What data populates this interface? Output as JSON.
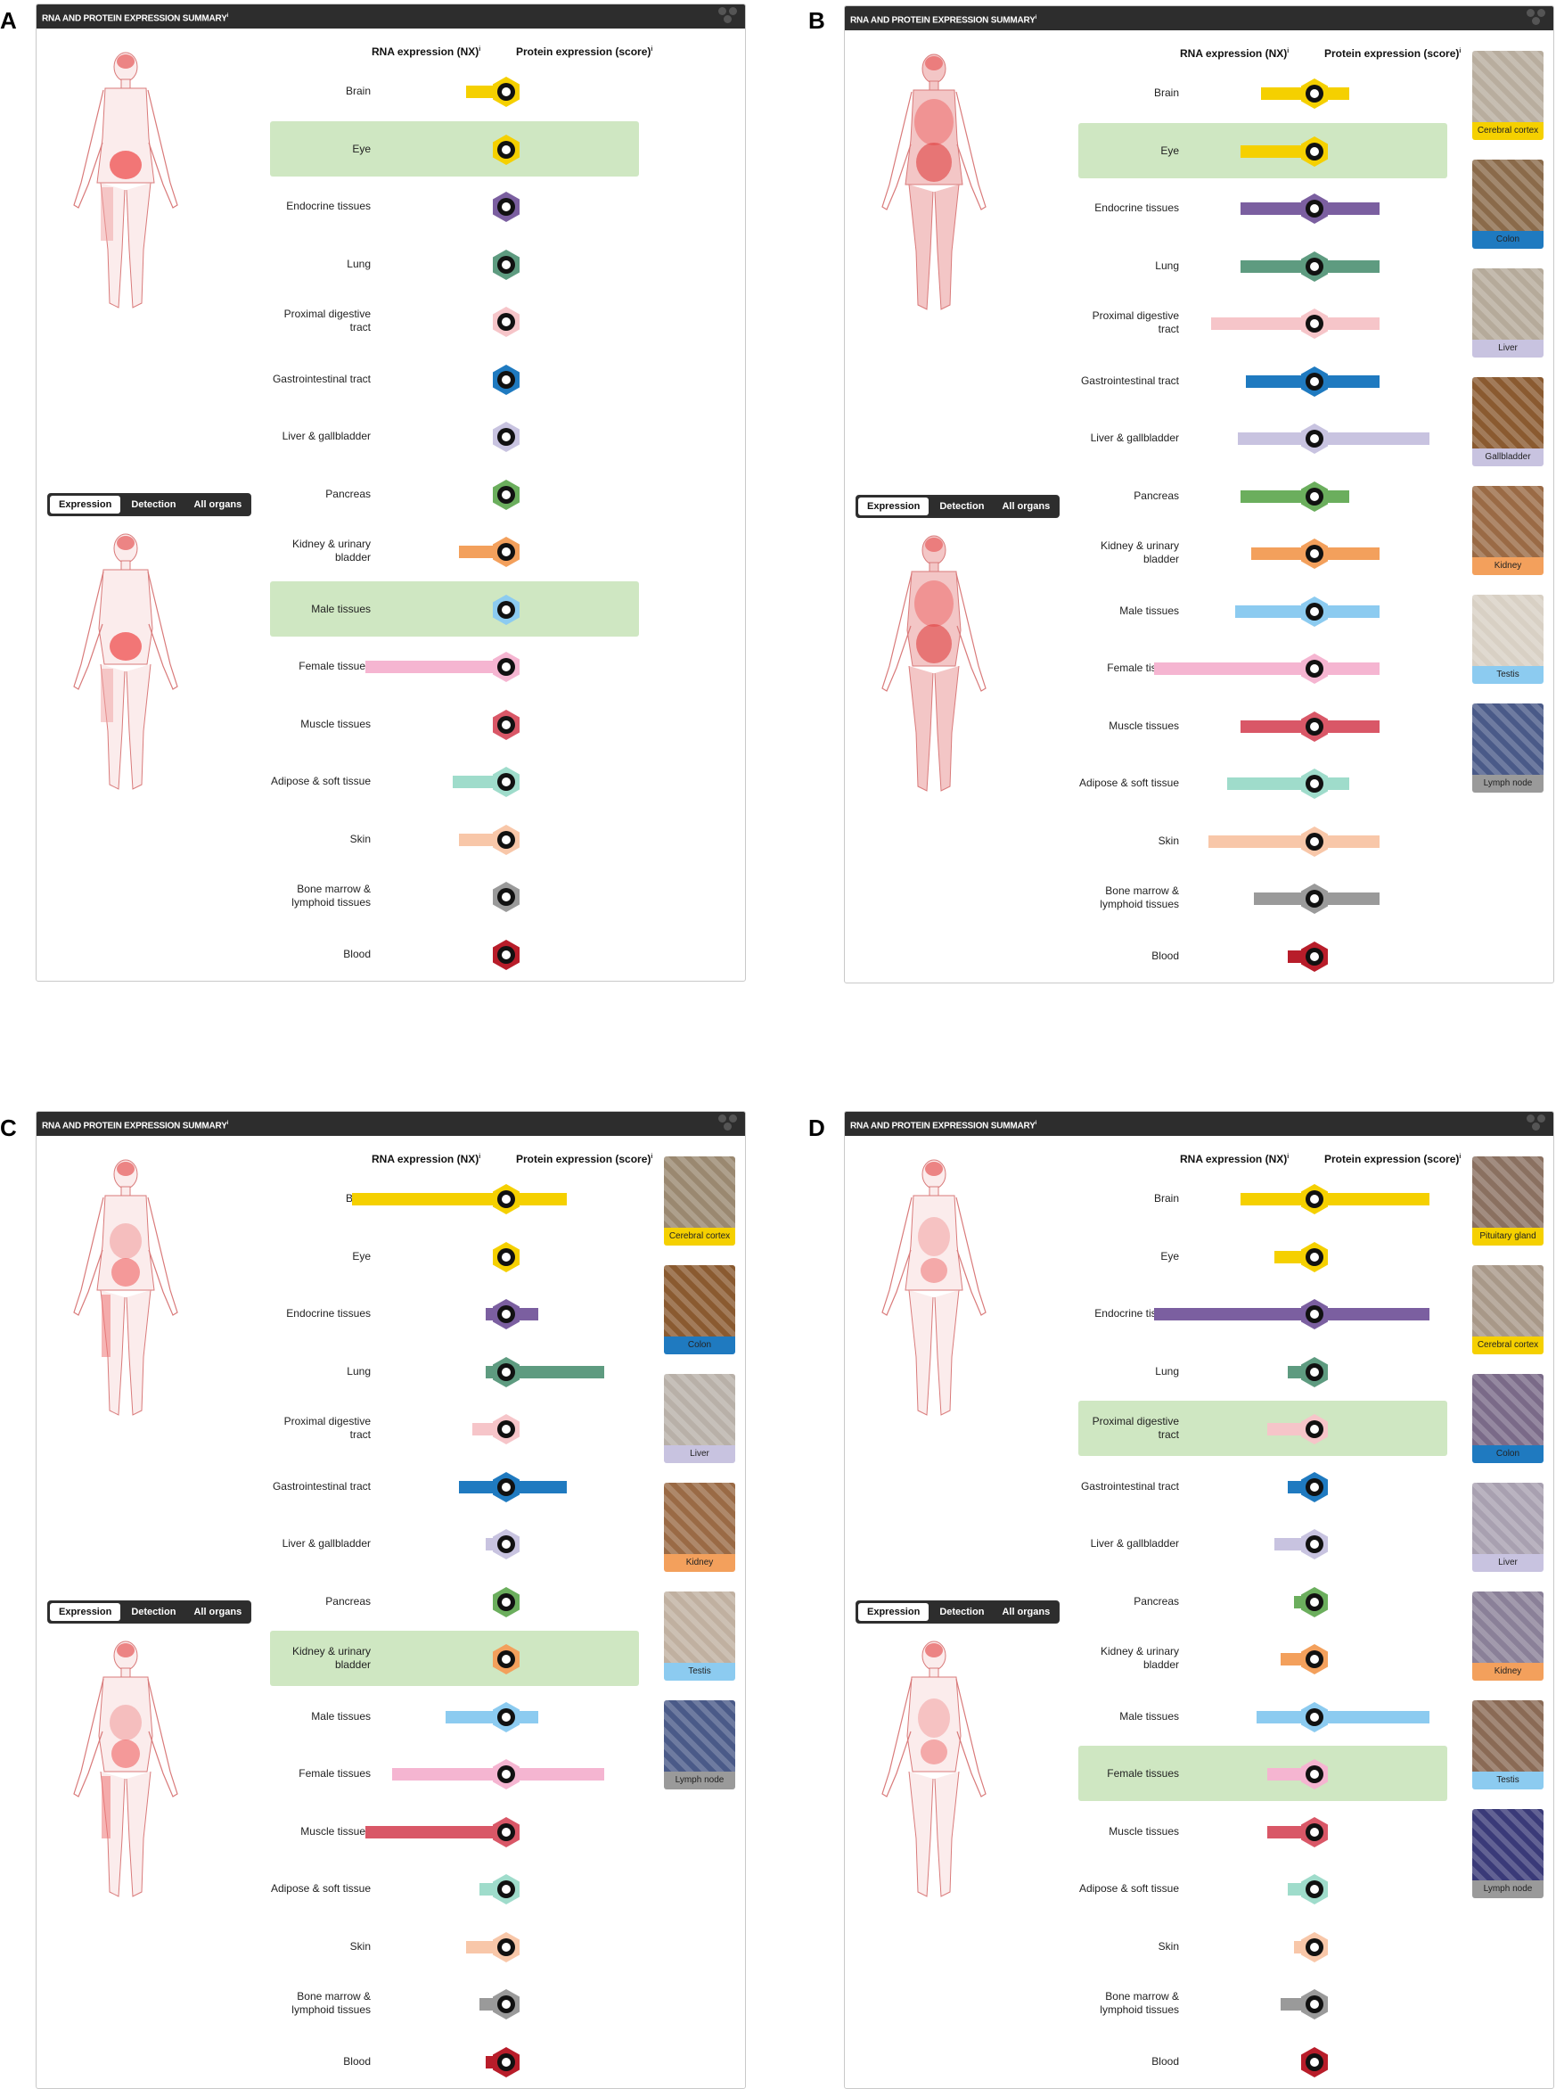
{
  "header_title": "RNA AND PROTEIN EXPRESSION SUMMARY",
  "header_sup": "i",
  "col_rna": "RNA expression (NX)",
  "col_protein": "Protein expression (score)",
  "col_sup": "i",
  "toggle": [
    "Expression",
    "Detection",
    "All organs"
  ],
  "organs": [
    {
      "key": "brain",
      "label": "Brain",
      "color": "#f5d000"
    },
    {
      "key": "eye",
      "label": "Eye",
      "color": "#f5d000"
    },
    {
      "key": "endocrine",
      "label": "Endocrine tissues",
      "color": "#7b5fa0"
    },
    {
      "key": "lung",
      "label": "Lung",
      "color": "#5e9b80"
    },
    {
      "key": "prox",
      "label": "Proximal digestive tract",
      "color": "#f6c5c9"
    },
    {
      "key": "gi",
      "label": "Gastrointestinal tract",
      "color": "#1f7ac0"
    },
    {
      "key": "liver",
      "label": "Liver & gallbladder",
      "color": "#c8c3e0"
    },
    {
      "key": "pancreas",
      "label": "Pancreas",
      "color": "#6bae5d"
    },
    {
      "key": "kidney",
      "label": "Kidney & urinary bladder",
      "color": "#f3a05c"
    },
    {
      "key": "male",
      "label": "Male tissues",
      "color": "#8ccbf0"
    },
    {
      "key": "female",
      "label": "Female tissues",
      "color": "#f5b5d1"
    },
    {
      "key": "muscle",
      "label": "Muscle tissues",
      "color": "#d95767"
    },
    {
      "key": "adipose",
      "label": "Adipose & soft tissue",
      "color": "#9fdccb"
    },
    {
      "key": "skin",
      "label": "Skin",
      "color": "#f8c7a9"
    },
    {
      "key": "bone",
      "label": "Bone marrow & lymphoid tissues",
      "color": "#9a9a9a"
    },
    {
      "key": "blood",
      "label": "Blood",
      "color": "#b81d2a"
    }
  ],
  "panels": [
    {
      "letter": "A",
      "highlight": [
        "eye",
        "male"
      ],
      "rna": [
        0.25,
        0,
        0,
        0,
        0.05,
        0,
        0,
        0,
        0.3,
        0,
        1.0,
        0.05,
        0.35,
        0.3,
        0.05,
        0.05
      ],
      "protein": [
        0,
        0,
        0,
        0,
        0,
        0,
        0,
        0,
        0,
        0,
        0,
        0,
        0,
        0,
        0,
        0
      ],
      "thumbs": []
    },
    {
      "letter": "B",
      "highlight": [
        "eye"
      ],
      "rna": [
        0.35,
        0.5,
        0.5,
        0.5,
        0.72,
        0.46,
        0.52,
        0.5,
        0.42,
        0.54,
        1.15,
        0.5,
        0.6,
        0.74,
        0.4,
        0.15
      ],
      "protein": [
        0.33,
        0,
        0.7,
        0.7,
        0.7,
        0.7,
        1.3,
        0.33,
        0.7,
        0.7,
        0.7,
        0.7,
        0.33,
        0.7,
        0.7,
        0
      ],
      "thumbs": [
        {
          "label": "Cerebral cortex",
          "color": "#f5d000",
          "tex": "#b8ad9e"
        },
        {
          "label": "Colon",
          "color": "#1f7ac0",
          "tex": "#8a6a4a"
        },
        {
          "label": "Liver",
          "color": "#c8c3e0",
          "tex": "#b5aa9a"
        },
        {
          "label": "Gallbladder",
          "color": "#c8c3e0",
          "tex": "#8a5a30"
        },
        {
          "label": "Kidney",
          "color": "#f3a05c",
          "tex": "#9a6a45"
        },
        {
          "label": "Testis",
          "color": "#8ccbf0",
          "tex": "#d8d0c4"
        },
        {
          "label": "Lymph node",
          "color": "#9a9a9a",
          "tex": "#4a5a88"
        }
      ]
    },
    {
      "letter": "C",
      "highlight": [
        "kidney"
      ],
      "rna": [
        1.1,
        0,
        0.1,
        0.1,
        0.2,
        0.3,
        0.1,
        0.05,
        0,
        0.4,
        0.8,
        1.0,
        0.15,
        0.25,
        0.15,
        0.1
      ],
      "protein": [
        0.65,
        0,
        0.3,
        1.1,
        0,
        0.65,
        0,
        0,
        0,
        0.3,
        1.1,
        0,
        0,
        0,
        0,
        0
      ],
      "thumbs": [
        {
          "label": "Cerebral cortex",
          "color": "#f5d000",
          "tex": "#9a8870"
        },
        {
          "label": "Colon",
          "color": "#1f7ac0",
          "tex": "#8a5a30"
        },
        {
          "label": "Liver",
          "color": "#c8c3e0",
          "tex": "#b8b0a8"
        },
        {
          "label": "Kidney",
          "color": "#f3a05c",
          "tex": "#9a6a45"
        },
        {
          "label": "Testis",
          "color": "#8ccbf0",
          "tex": "#c0b0a0"
        },
        {
          "label": "Lymph node",
          "color": "#9a9a9a",
          "tex": "#4a5a88"
        }
      ]
    },
    {
      "letter": "D",
      "highlight": [
        "prox",
        "female"
      ],
      "rna": [
        0.5,
        0.25,
        1.15,
        0.15,
        0.3,
        0.15,
        0.25,
        0.1,
        0.2,
        0.38,
        0.3,
        0.3,
        0.15,
        0.1,
        0.2,
        0.05
      ],
      "protein": [
        1.3,
        0,
        1.3,
        0,
        0,
        0,
        0,
        0,
        0,
        1.3,
        0,
        0,
        0,
        0,
        0,
        0
      ],
      "thumbs": [
        {
          "label": "Pituitary gland",
          "color": "#f5d000",
          "tex": "#8a7060"
        },
        {
          "label": "Cerebral cortex",
          "color": "#f5d000",
          "tex": "#a89888"
        },
        {
          "label": "Colon",
          "color": "#1f7ac0",
          "tex": "#7a6a88"
        },
        {
          "label": "Liver",
          "color": "#c8c3e0",
          "tex": "#a8a0b0"
        },
        {
          "label": "Kidney",
          "color": "#f3a05c",
          "tex": "#8a8098"
        },
        {
          "label": "Testis",
          "color": "#8ccbf0",
          "tex": "#8a6a55"
        },
        {
          "label": "Lymph node",
          "color": "#9a9a9a",
          "tex": "#3a3a78"
        }
      ]
    }
  ]
}
